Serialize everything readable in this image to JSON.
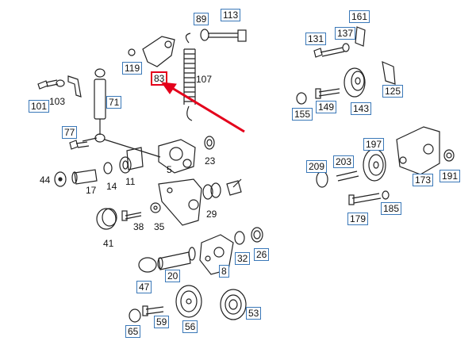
{
  "colors": {
    "label_box": "#3a78b8",
    "highlight": "#e4001b",
    "line_art": "#222222"
  },
  "parts": {
    "p101": "101",
    "p103": "103",
    "p71": "71",
    "p119": "119",
    "p89": "89",
    "p113": "113",
    "p83": "83",
    "p107": "107",
    "p131": "131",
    "p137": "137",
    "p161": "161",
    "p125": "125",
    "p155": "155",
    "p149": "149",
    "p143": "143",
    "p77": "77",
    "p5": "5",
    "p23": "23",
    "p44": "44",
    "p17": "17",
    "p14": "14",
    "p11": "11",
    "p29": "29",
    "p38": "38",
    "p35": "35",
    "p41": "41",
    "p197": "197",
    "p209": "209",
    "p203": "203",
    "p191": "191",
    "p173": "173",
    "p179": "179",
    "p185": "185",
    "p32": "32",
    "p26": "26",
    "p8": "8",
    "p47": "47",
    "p20": "20",
    "p65": "65",
    "p59": "59",
    "p56": "56",
    "p53": "53"
  }
}
